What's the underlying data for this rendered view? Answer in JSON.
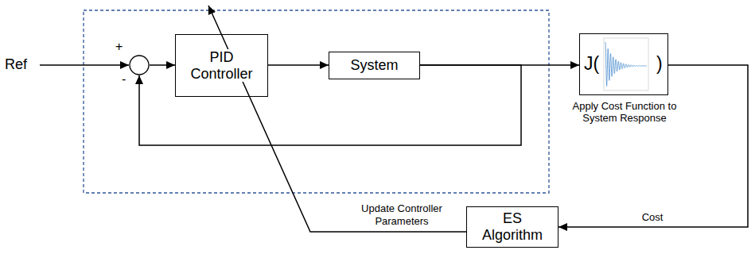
{
  "diagram": {
    "nodes": [
      {
        "text": [
          "+",
          "-"
        ]
      },
      {
        "text": [
          "PID Controller"
        ]
      },
      {
        "text": [
          "System"
        ]
      },
      {
        "text": [
          "J(",
          ")",
          "Apply Cost Function to System Response"
        ]
      },
      {
        "text": [
          "ES Algorithm"
        ]
      }
    ],
    "edges": [
      {
        "from": 0,
        "to": 1,
        "arrow": "to"
      },
      {
        "from": 1,
        "to": 2,
        "arrow": "to"
      },
      {
        "from": 2,
        "to": 3,
        "arrow": "to"
      },
      {
        "from": 2,
        "to": 0,
        "arrow": "to"
      },
      {
        "from": 3,
        "to": 4,
        "label": "Cost",
        "arrow": "to"
      },
      {
        "from": 4,
        "to": 1,
        "label": "Update Controller Parameters",
        "arrow": "to"
      }
    ],
    "labels": [
      "Ref"
    ]
  }
}
